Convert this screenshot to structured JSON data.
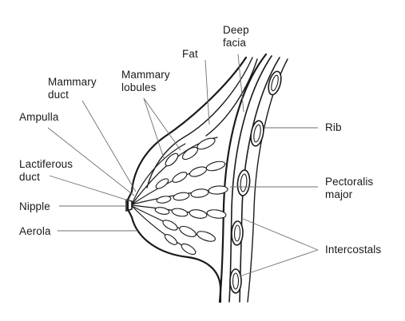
{
  "labels": {
    "deep_facia": "Deep\nfacia",
    "fat": "Fat",
    "mammary_duct": "Mammary\nduct",
    "mammary_lobules": "Mammary\nlobules",
    "ampulla": "Ampulla",
    "lactiferous_duct": "Lactiferous\nduct",
    "nipple": "Nipple",
    "aerola": "Aerola",
    "rib": "Rib",
    "pectoralis_major": "Pectoralis\nmajor",
    "intercostals": "Intercostals"
  }
}
